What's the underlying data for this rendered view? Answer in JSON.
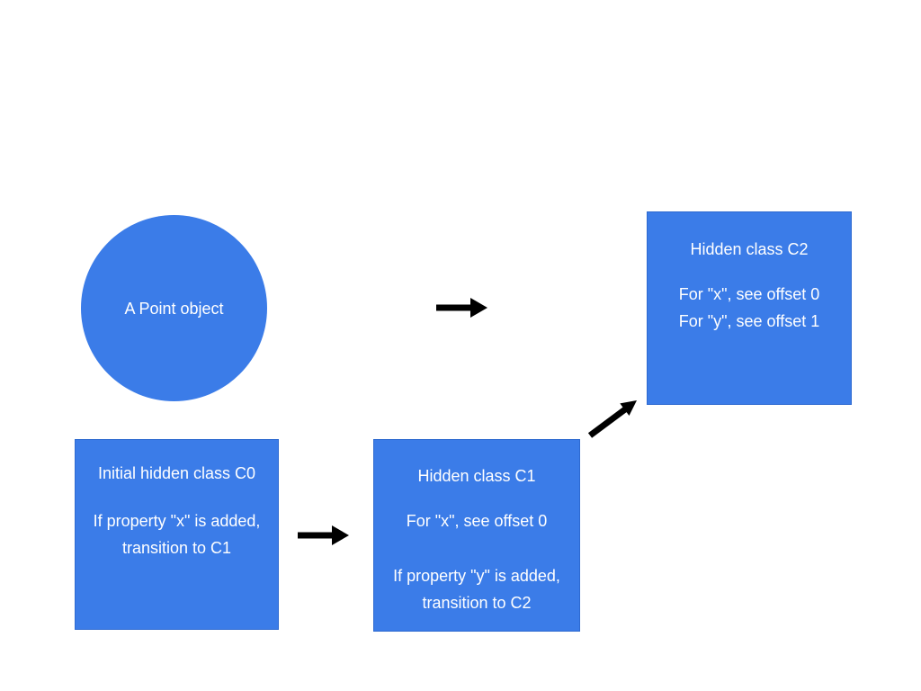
{
  "colors": {
    "background": "#ffffff",
    "shape_fill": "#3b7ce8",
    "shape_border": "#2e6ad0",
    "shape_text": "#ffffff",
    "arrow": "#000000"
  },
  "nodes": {
    "point_object": {
      "label": "A Point object"
    },
    "c2": {
      "title": "Hidden class C2",
      "line1": "For \"x\", see offset 0",
      "line2": "For \"y\", see offset 1"
    },
    "c0": {
      "title": "Initial hidden class C0",
      "line1": "If property \"x\" is added,",
      "line2": "transition to C1"
    },
    "c1": {
      "title": "Hidden class C1",
      "line1": "For \"x\", see offset 0",
      "line2": "If property \"y\" is added,",
      "line3": "transition to C2"
    }
  },
  "arrows": [
    {
      "name": "object-to-c2",
      "direction": "right"
    },
    {
      "name": "c0-to-c1",
      "direction": "right"
    },
    {
      "name": "c1-to-c2",
      "direction": "up-right"
    }
  ]
}
